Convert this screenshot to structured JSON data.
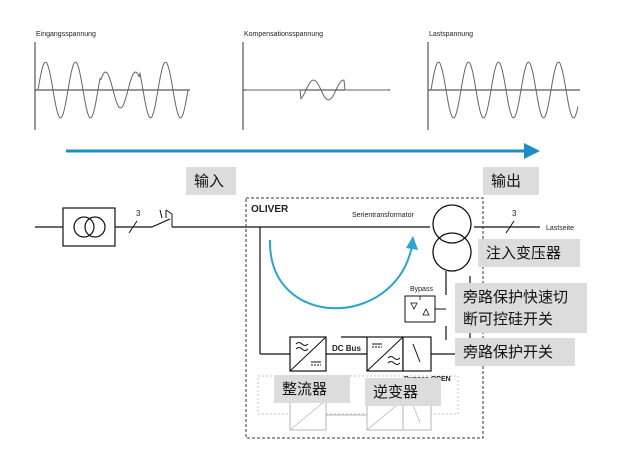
{
  "plots": [
    {
      "label": "Eingangsspannung"
    },
    {
      "label": "Kompensationsspannung"
    },
    {
      "label": "Lastspannung"
    }
  ],
  "diagram": {
    "title": "OLIVER",
    "serientransformator": "Serientransformator",
    "lastseite": "Lastseite",
    "bypass": "Bypass",
    "dc_bus": "DC Bus",
    "bypass_open": "Bypass OPEN",
    "phase_count_left": "3",
    "phase_count_right": "3"
  },
  "labels": {
    "input": "输入",
    "output": "输出",
    "injection_transformer": "注入变压器",
    "bypass_fast_switch_line1": "旁路保护快速切",
    "bypass_fast_switch_line2": "断可控硅开关",
    "bypass_switch": "旁路保护开关",
    "rectifier": "整流器",
    "inverter": "逆变器"
  },
  "colors": {
    "arrow": "#1b8fc1",
    "label_bg": "#dcdcdc",
    "wave": "#666666"
  }
}
